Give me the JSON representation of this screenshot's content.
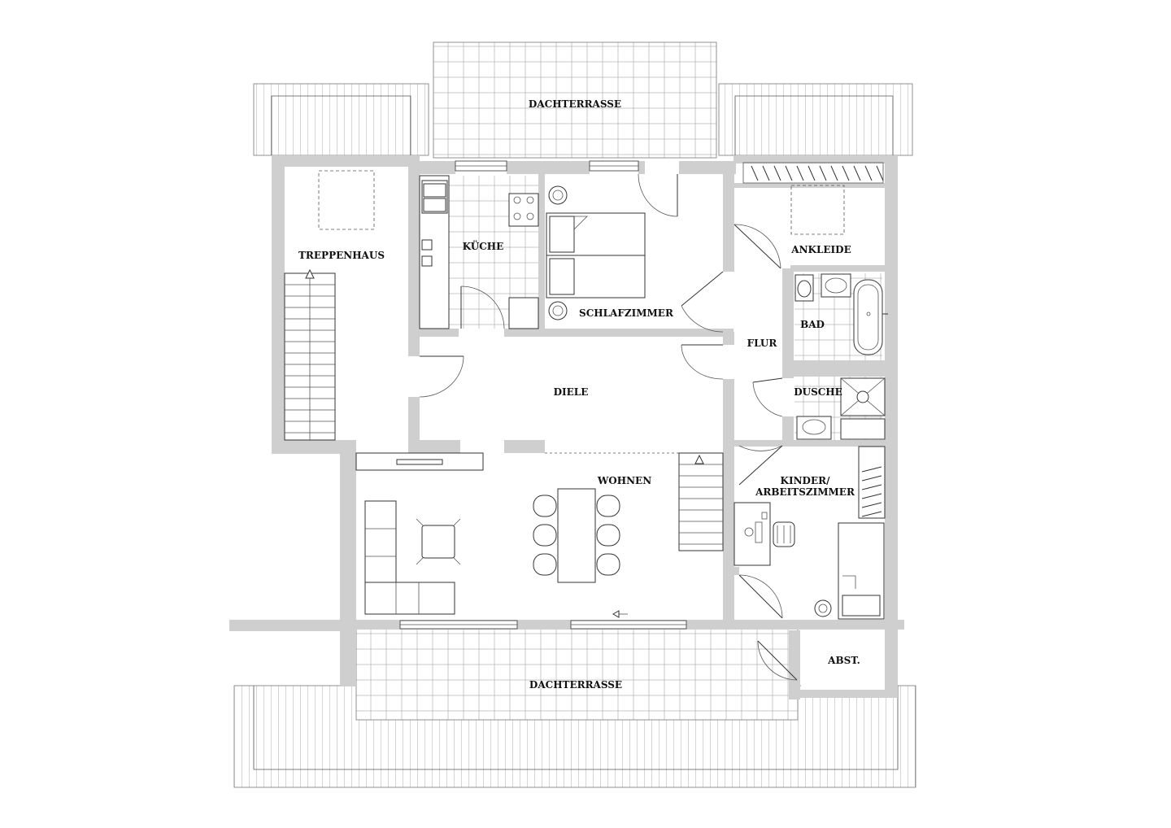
{
  "rooms": {
    "dachterrasse_top": "DACHTERRASSE",
    "treppenhaus": "TREPPENHAUS",
    "kueche": "KÜCHE",
    "schlafzimmer": "SCHLAFZIMMER",
    "ankleide": "ANKLEIDE",
    "bad": "BAD",
    "flur": "FLUR",
    "dusche": "DUSCHE",
    "diele": "DIELE",
    "wohnen": "WOHNEN",
    "kinder_line1": "KINDER/",
    "kinder_line2": "ARBEITSZIMMER",
    "abst": "ABST.",
    "dachterrasse_bottom": "DACHTERRASSE"
  },
  "colors": {
    "wall": "#cfcfcf",
    "line": "#333333",
    "background": "#ffffff"
  }
}
